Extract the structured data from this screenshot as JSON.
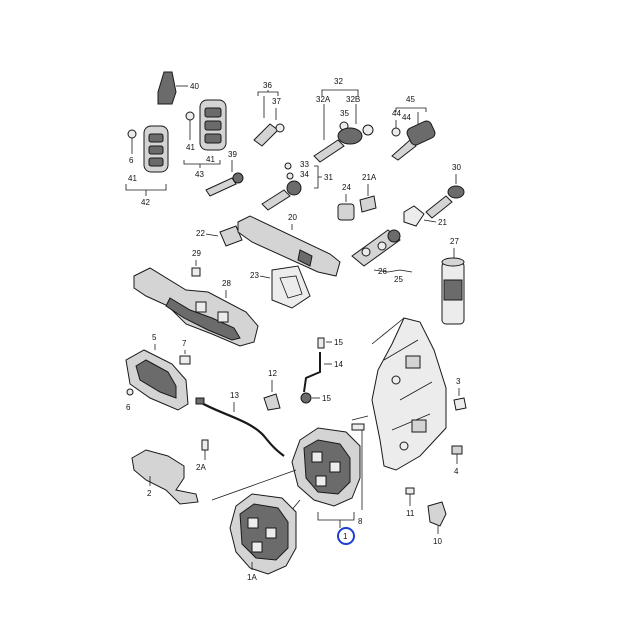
{
  "diagram": {
    "callouts": {
      "c40": "40",
      "c41a": "41",
      "c41b": "41",
      "c6a": "6",
      "c41c": "41",
      "c42": "42",
      "c43": "43",
      "c36": "36",
      "c37": "37",
      "c39": "39",
      "c32": "32",
      "c32a": "32A",
      "c32b": "32B",
      "c35": "35",
      "c33": "33",
      "c34": "34",
      "c31": "31",
      "c45": "45",
      "c44a": "44",
      "c44b": "44",
      "c24": "24",
      "c21a": "21A",
      "c30": "30",
      "c21": "21",
      "c22": "22",
      "c20": "20",
      "c23": "23",
      "c29": "29",
      "c28": "28",
      "c25": "25",
      "c26": "26",
      "c27": "27",
      "c5": "5",
      "c7": "7",
      "c6": "6",
      "c13": "13",
      "c12": "12",
      "c15a": "15",
      "c14": "14",
      "c15b": "15",
      "c3": "3",
      "c4": "4",
      "c2a": "2A",
      "c2": "2",
      "c11": "11",
      "c10": "10",
      "c8": "8",
      "c1": "1",
      "c1a": "1A"
    },
    "highlight_color": "#1f3fcf"
  }
}
